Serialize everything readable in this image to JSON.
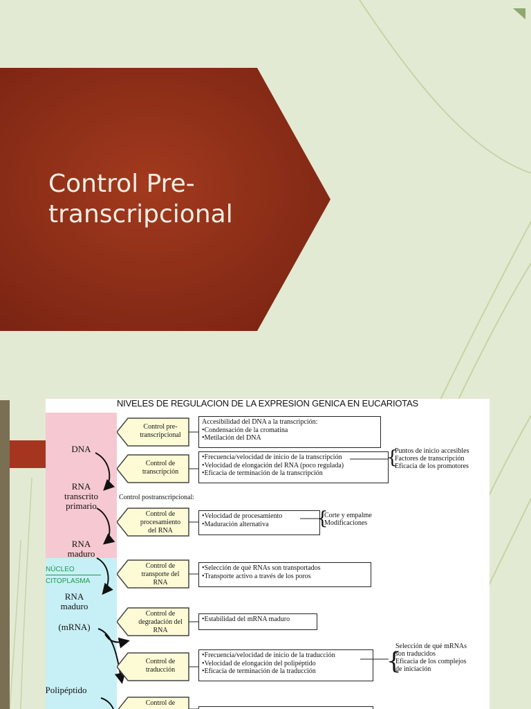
{
  "slide": {
    "title_line1": "Control Pre-",
    "title_line2": "transcripcional",
    "colors": {
      "background": "#e3ead3",
      "banner": "#8a2a17",
      "text": "#f4eee4"
    }
  },
  "figure": {
    "heading": "NIVELES DE REGULACION DE LA EXPRESION GENICA EN EUCARIOTAS",
    "stages": {
      "dna": "DNA",
      "rna_primario_1": "RNA",
      "rna_primario_2": "transcrito",
      "rna_primario_3": "primario",
      "rna_maduro_1": "RNA",
      "rna_maduro_2": "maduro",
      "nucleo": "NÚCLEO",
      "citoplasma": "CITOPLASMA",
      "rna_maduro_cyto_1": "RNA",
      "rna_maduro_cyto_2": "maduro",
      "mrna": "(mRNA)",
      "polipeptido": "Polipéptido"
    },
    "postranscripcional_label": "Control postranscripcional:",
    "controls": [
      {
        "label_1": "Control pre-",
        "label_2": "transcripcional",
        "label_3": ""
      },
      {
        "label_1": "Control de",
        "label_2": "transcripción",
        "label_3": ""
      },
      {
        "label_1": "Control de",
        "label_2": "procesamiento",
        "label_3": "del RNA"
      },
      {
        "label_1": "Control de",
        "label_2": "transporte del",
        "label_3": "RNA"
      },
      {
        "label_1": "Control de",
        "label_2": "degradación del",
        "label_3": "RNA"
      },
      {
        "label_1": "Control de",
        "label_2": "traducción",
        "label_3": ""
      },
      {
        "label_1": "Control de",
        "label_2": "",
        "label_3": ""
      }
    ],
    "details": [
      {
        "l1": "Accesibilidad del DNA a la transcripción:",
        "l2": "•Condensación de la cromatina",
        "l3": "•Metilación del DNA"
      },
      {
        "l1": "•Frecuencia/velocidad de inicio de la transcripción",
        "l2": "•Velocidad de elongación del RNA (poco regulada)",
        "l3": "•Eficacia de terminación de la transcripción"
      },
      {
        "l1": "•Velocidad de procesamiento",
        "l2": "•Maduración alternativa",
        "l3": ""
      },
      {
        "l1": "•Selección de qué RNAs son transportados",
        "l2": "•Transporte activo a través de los poros",
        "l3": ""
      },
      {
        "l1": "•Estabilidad del mRNA maduro",
        "l2": "",
        "l3": ""
      },
      {
        "l1": "•Frecuencia/velocidad de inicio de la traducción",
        "l2": "•Velocidad de elongación del polipéptido",
        "l3": "•Eficacia de terminación de la traducción"
      }
    ],
    "side_notes": {
      "transcripcion": [
        "Puntos de inicio accesibles",
        "Factores de transcripción",
        "Eficacia de los promotores"
      ],
      "procesamiento": [
        "Corte y empalme",
        "Modificaciones"
      ],
      "traduccion": [
        "Selección de qué mRNAs",
        "son traducidos",
        "Eficacia de los complejos",
        "de iniciación"
      ]
    }
  }
}
